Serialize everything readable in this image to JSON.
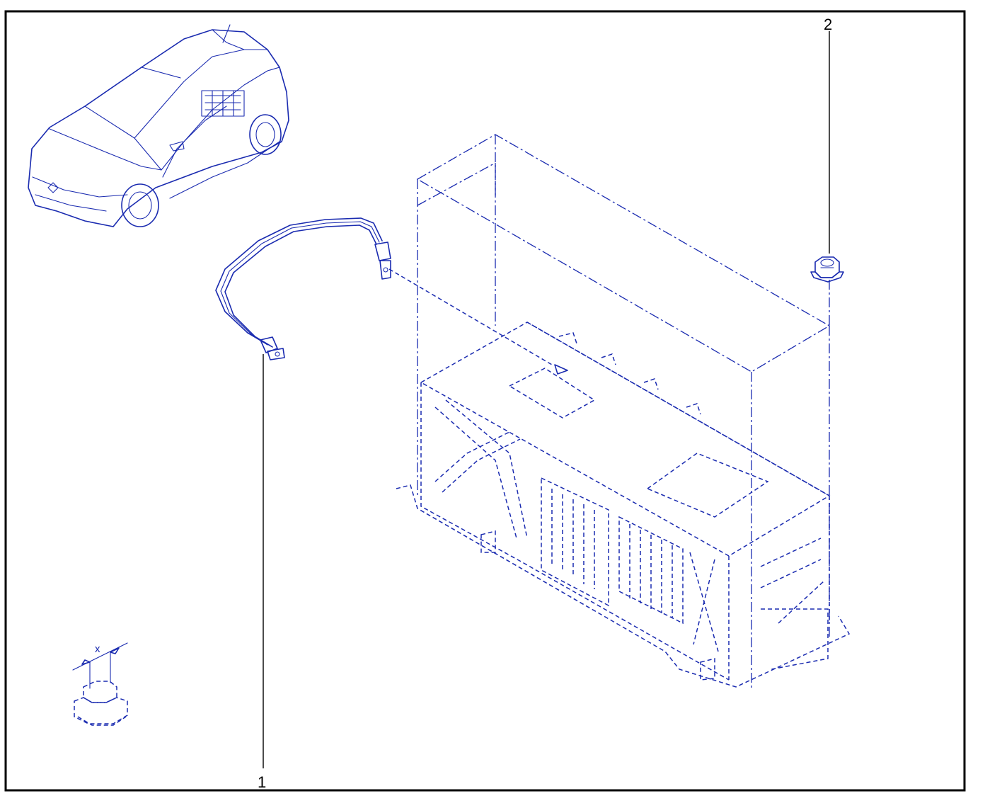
{
  "callouts": [
    {
      "label": "1"
    },
    {
      "label": "2"
    }
  ],
  "dimension": {
    "label": "x"
  },
  "colors": {
    "line": "#1a2bb0",
    "border": "#000000",
    "background": "#ffffff"
  },
  "icons": [
    "vehicle-location-icon",
    "battery-cable",
    "nut",
    "battery-pack",
    "nut-dimension-detail"
  ]
}
